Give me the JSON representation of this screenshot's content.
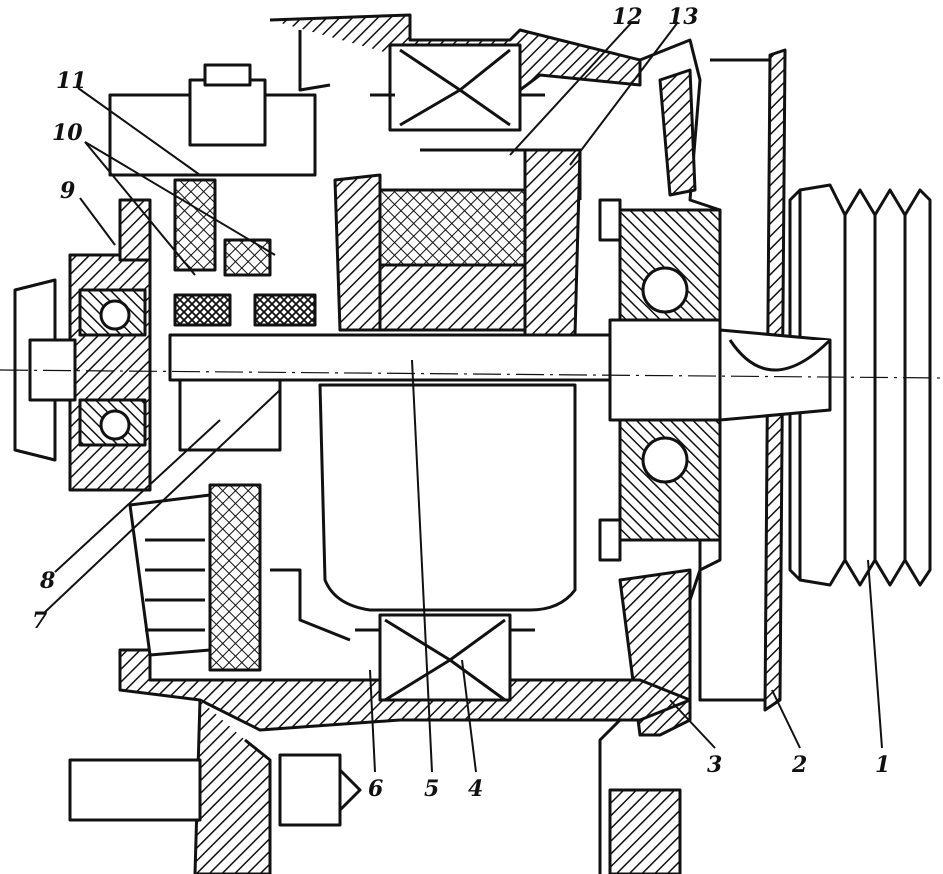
{
  "diagram": {
    "callouts": [
      {
        "id": "1",
        "text": "1"
      },
      {
        "id": "2",
        "text": "2"
      },
      {
        "id": "3",
        "text": "3"
      },
      {
        "id": "4",
        "text": "4"
      },
      {
        "id": "5",
        "text": "5"
      },
      {
        "id": "6",
        "text": "6"
      },
      {
        "id": "7",
        "text": "7"
      },
      {
        "id": "8",
        "text": "8"
      },
      {
        "id": "9",
        "text": "9"
      },
      {
        "id": "10",
        "text": "10"
      },
      {
        "id": "11",
        "text": "11"
      },
      {
        "id": "12",
        "text": "12"
      },
      {
        "id": "13",
        "text": "13"
      }
    ],
    "colors": {
      "ink": "#111111",
      "paper": "#ffffff"
    }
  }
}
